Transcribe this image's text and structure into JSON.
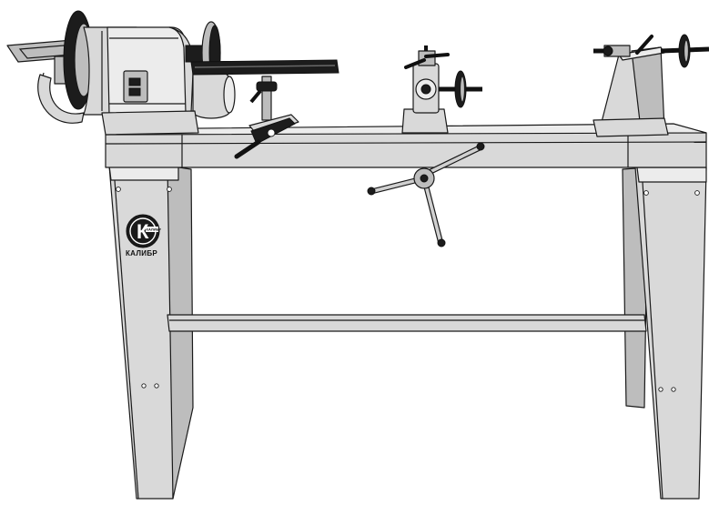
{
  "brand": {
    "name": "КАЛИБР",
    "mark": "К",
    "mark_small": "КАЛИБР"
  }
}
